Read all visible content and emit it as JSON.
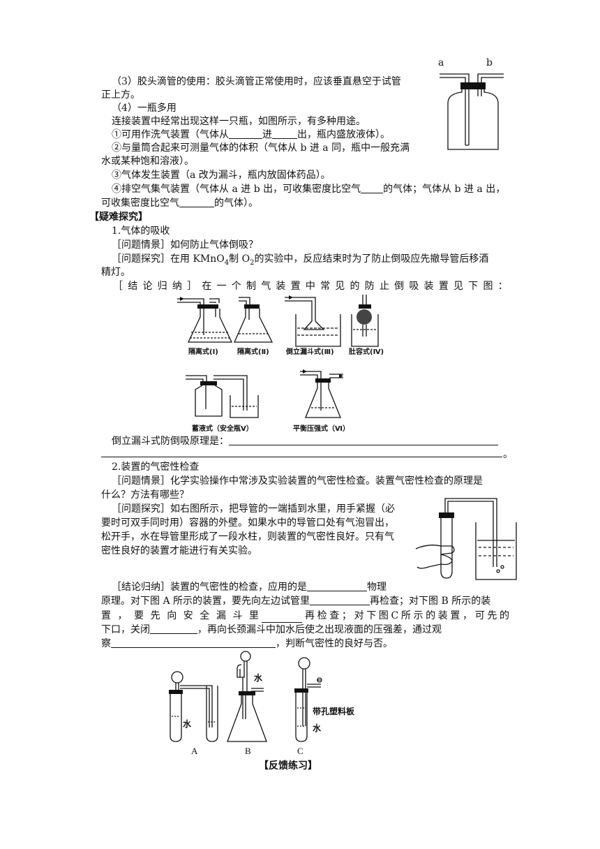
{
  "section_items": {
    "item3_l1": "（3）胶头滴管的使用：胶头滴管正常使用时，应该垂直悬空于试管",
    "item3_l2": "正上方。",
    "item4_title": "（4）一瓶多用",
    "item4_intro": "连接装置中经常出现这样一只瓶，如图所示，有多种用途。",
    "use1_a": "①可用作洗气装置（气体从",
    "use1_b": "进",
    "use1_c": "出，瓶内盛放液体）。",
    "use2_l1": "②与量筒合起来可测量气体的体积（气体从 b 进 a 同，瓶中一般充满",
    "use2_l2": "水或某种饱和溶液）。",
    "use3": "③气体发生装置（a 改为漏斗，瓶内放固体药品）。",
    "use4_a": "④排空气集气装置（气体从 a 进 b 出，可收集密度比空气",
    "use4_b": "的气体；气体从 b 进 a 出，",
    "use4_c": "可收集密度比空气",
    "use4_d": "的气体）。"
  },
  "bottle_fig": {
    "label_a": "a",
    "label_b": "b"
  },
  "explore": {
    "heading": "【疑难探究】",
    "t1": "1.气体的吸收",
    "t1_q": "［问题情景］如何防止气体倒吸？",
    "t1_p_a": "［问题探究］在用 KMnO",
    "t1_p_sub1": "4",
    "t1_p_b": "制 O",
    "t1_p_sub2": "2",
    "t1_p_c": "的实验中，反应结束时为了防止倒吸应先撤导管后移酒",
    "t1_p_l2": "精灯。",
    "t1_c_chars": [
      "［",
      "结",
      "论",
      "归",
      "纳",
      "］",
      "在",
      "一",
      "个",
      "制",
      "气",
      "装",
      "置",
      "中",
      "常",
      "见",
      "的",
      "防",
      "止",
      "倒",
      "吸",
      "装",
      "置",
      "见",
      "下",
      "图",
      "："
    ],
    "fig_labels": [
      "隔离式(Ⅰ)",
      "隔离式(Ⅱ)",
      "倒立漏斗式(Ⅲ)",
      "肚容式(Ⅳ)",
      "蓄液式（安全瓶Ⅴ）",
      "平衡压强式（Ⅵ）"
    ],
    "t1_principle": "倒立漏斗式防倒吸原理是：",
    "t1_end": "。",
    "t2": "2.装置的气密性检查",
    "t2_q_l1": "［问题情景］化学实验操作中常涉及实验装置的气密性检查。装置气密性检查的原理是",
    "t2_q_l2": "什么？方法有哪些？",
    "t2_p_l1": "［问题探究］如右图所示，把导管的一端插到水里，用手紧握（必",
    "t2_p_l2": "要时可双手同时用）容器的外壁。如果水中的导管口处有气泡冒出，",
    "t2_p_l3": "松开手，水在导管里形成了一段水柱，则装置的气密性良好。只有气",
    "t2_p_l4": "密性良好的装置才能进行有关实验。",
    "t2_c_a": "［结论归纳］装置的气密性的检查，应用的是",
    "t2_c_b": "物理",
    "t2_c2_a": "原理。对下图 A 所示的装置，要先向左边试管里",
    "t2_c2_b": "再检查；对下图 B 所示的装",
    "t2_c3_chars": [
      "置",
      "，",
      "要",
      "先",
      "向",
      "安",
      "全",
      "漏",
      "斗",
      "里"
    ],
    "t2_c3_chars2": [
      "再",
      "检",
      "查",
      "；",
      "对",
      "下",
      "图",
      "C",
      "所",
      "示",
      "的",
      "装",
      "置",
      "，",
      "可",
      "先",
      "的"
    ],
    "t2_c4_a": "下口，关闭",
    "t2_c4_b": "，再向长颈漏斗中加水后使之出现液面的压强差，通过观",
    "t2_c5_a": "察",
    "t2_c5_b": "，判断气密性的良好与否。"
  },
  "abc_fig": {
    "water": "水",
    "plate": "带孔塑料板",
    "label_A": "A",
    "label_B": "B",
    "label_C": "C"
  },
  "feedback": "【反馈练习】"
}
